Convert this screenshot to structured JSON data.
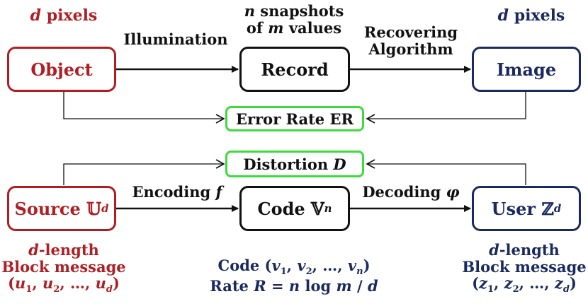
{
  "colors": {
    "red": "#b01e23",
    "navy": "#1b2a5e",
    "black": "#111111",
    "green": "#3cdc3c"
  },
  "top": {
    "obj_label_italic": "d",
    "obj_label_rest": " pixels",
    "object": "Object",
    "illumination": "Illumination",
    "snap_n": "n",
    "snap_line1_rest": " snapshots",
    "snap_line2_pre": "of ",
    "snap_m": "m",
    "snap_line2_post": " values",
    "record": "Record",
    "recovering_line1": "Recovering",
    "recovering_line2": "Algorithm",
    "img_label_italic": "d",
    "img_label_rest": " pixels",
    "image": "Image",
    "error_rate": "Error Rate ER"
  },
  "bottom": {
    "distortion": "Distortion ",
    "distortion_var": "D",
    "source": "Source ",
    "source_set": "𝕌",
    "source_sup": "d",
    "encoding": "Encoding ",
    "encoding_var": "f",
    "code": "Code ",
    "code_set": "𝕍",
    "code_sup": "n",
    "decoding": "Decoding ",
    "decoding_var": "φ",
    "user": "User ",
    "user_set": "ℤ",
    "user_sup": "d",
    "left_d": "d",
    "left_line1_rest": "-length",
    "left_line2": "Block message",
    "left_line3_open": "(",
    "u": "u",
    "sub1": "1",
    "sub2": "2",
    "comma": ", ",
    "ellipsis": "…, ",
    "sub_d": "d",
    "close": ")",
    "mid_line1_pre": "Code (",
    "v": "v",
    "sub_n": "n",
    "mid_line2_pre": "Rate ",
    "R": "R",
    "eq": " = ",
    "n": "n",
    "log": " log ",
    "m": "m",
    "slash": " / ",
    "d": "d",
    "right_d": "d",
    "right_line1_rest": "-length",
    "right_line2": "Block message",
    "z": "z"
  }
}
